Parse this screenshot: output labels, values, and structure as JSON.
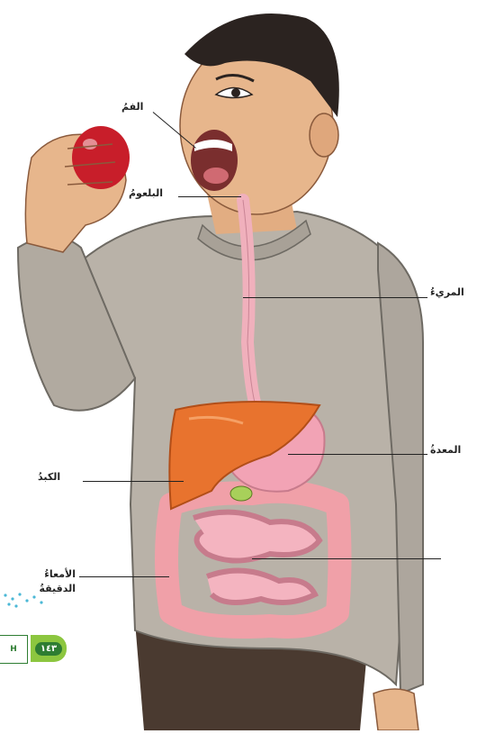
{
  "labels": {
    "mouth": "الفمُ",
    "pharynx": "البلعومُ",
    "esophagus": "المريءُ",
    "stomach": "المعدةُ",
    "liver": "الكبدُ",
    "small_intestine": "الأمعاءُ الدقيقةُ"
  },
  "page_number": "١٤٣",
  "edge_tab_text": "H",
  "colors": {
    "sweater": "#b9b2a8",
    "skin": "#e7b68c",
    "hair": "#2b2320",
    "pants": "#4a3a30",
    "liver": "#e8732e",
    "stomach": "#f2a3b5",
    "intestine": "#f0a0a8",
    "esophagus": "#f0b0bc",
    "apple": "#c81e2a",
    "badge": "#8cc63f"
  }
}
